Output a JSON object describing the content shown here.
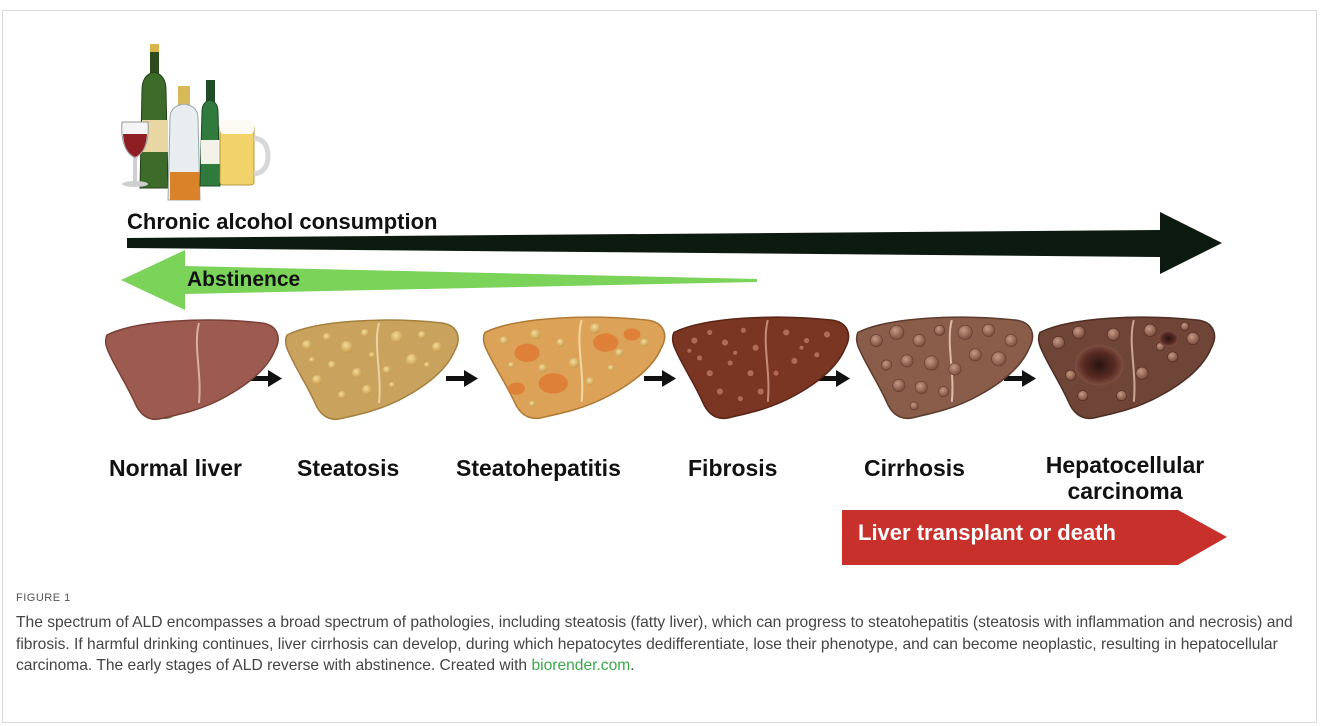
{
  "figure": {
    "top_label": "Chronic alcohol consumption",
    "abstinence_label": "Abstinence",
    "outcome_label": "Liver transplant or death",
    "stages": [
      {
        "name": "Normal liver"
      },
      {
        "name": "Steatosis"
      },
      {
        "name": "Steatohepatitis"
      },
      {
        "name": "Fibrosis"
      },
      {
        "name": "Cirrhosis"
      },
      {
        "name_line1": "Hepatocellular",
        "name_line2": "carcinoma"
      }
    ],
    "colors": {
      "consumption_arrow": "#0d1a0f",
      "abstinence_arrow": "#7bd35a",
      "outcome_arrow": "#c8302c",
      "normal_liver": "#9c5a50",
      "steatosis_liver": "#c9a25e",
      "steatohepatitis_liver": "#dca257",
      "fibrosis_liver": "#7a3523",
      "cirrhosis_liver": "#8a5c4a",
      "hcc_liver": "#6e4537",
      "link": "#3aa84a"
    }
  },
  "caption": {
    "label": "FIGURE 1",
    "text": "The spectrum of ALD encompasses a broad spectrum of pathologies, including steatosis (fatty liver), which can progress to steatohepatitis (steatosis with inflammation and necrosis) and fibrosis. If harmful drinking continues, liver cirrhosis can develop, during which hepatocytes dedifferentiate, lose their phenotype, and can become neoplastic, resulting in hepatocellular carcinoma. The early stages of ALD reverse with abstinence. Created with ",
    "link_text": "biorender.com",
    "tail": "."
  }
}
